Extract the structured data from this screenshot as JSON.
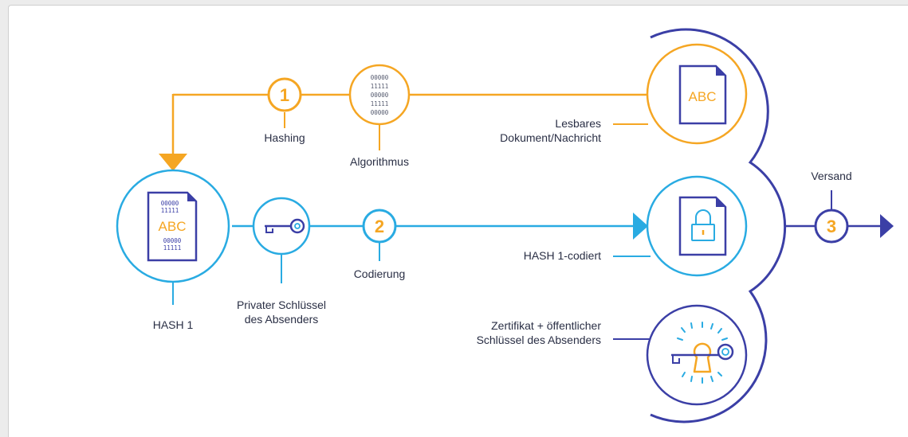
{
  "colors": {
    "orange": "#f5a623",
    "blue": "#29abe2",
    "navy": "#3b3fa6",
    "text": "#2a2f45"
  },
  "steps": {
    "step1": "1",
    "step2": "2",
    "step3": "3"
  },
  "labels": {
    "hashing": "Hashing",
    "algorithmus": "Algorithmus",
    "lesbares_line1": "Lesbares",
    "lesbares_line2": "Dokument/Nachricht",
    "versand": "Versand",
    "hash1": "HASH 1",
    "privater_line1": "Privater Schlüssel",
    "privater_line2": "des Absenders",
    "codierung": "Codierung",
    "hash1_codiert": "HASH 1-codiert",
    "zertifikat_line1": "Zertifikat + öffentlicher",
    "zertifikat_line2": "Schlüssel des Absenders"
  },
  "document": {
    "abc": "ABC",
    "bits_a": "00000",
    "bits_b": "11111"
  },
  "icons": {
    "algorithm": "binary-digits-icon",
    "document": "document-abc-icon",
    "hash_document": "hash-document-icon",
    "private_key": "key-icon",
    "encrypted": "lock-document-icon",
    "certificate": "key-keyhole-icon",
    "send": "arrow-right-icon"
  }
}
